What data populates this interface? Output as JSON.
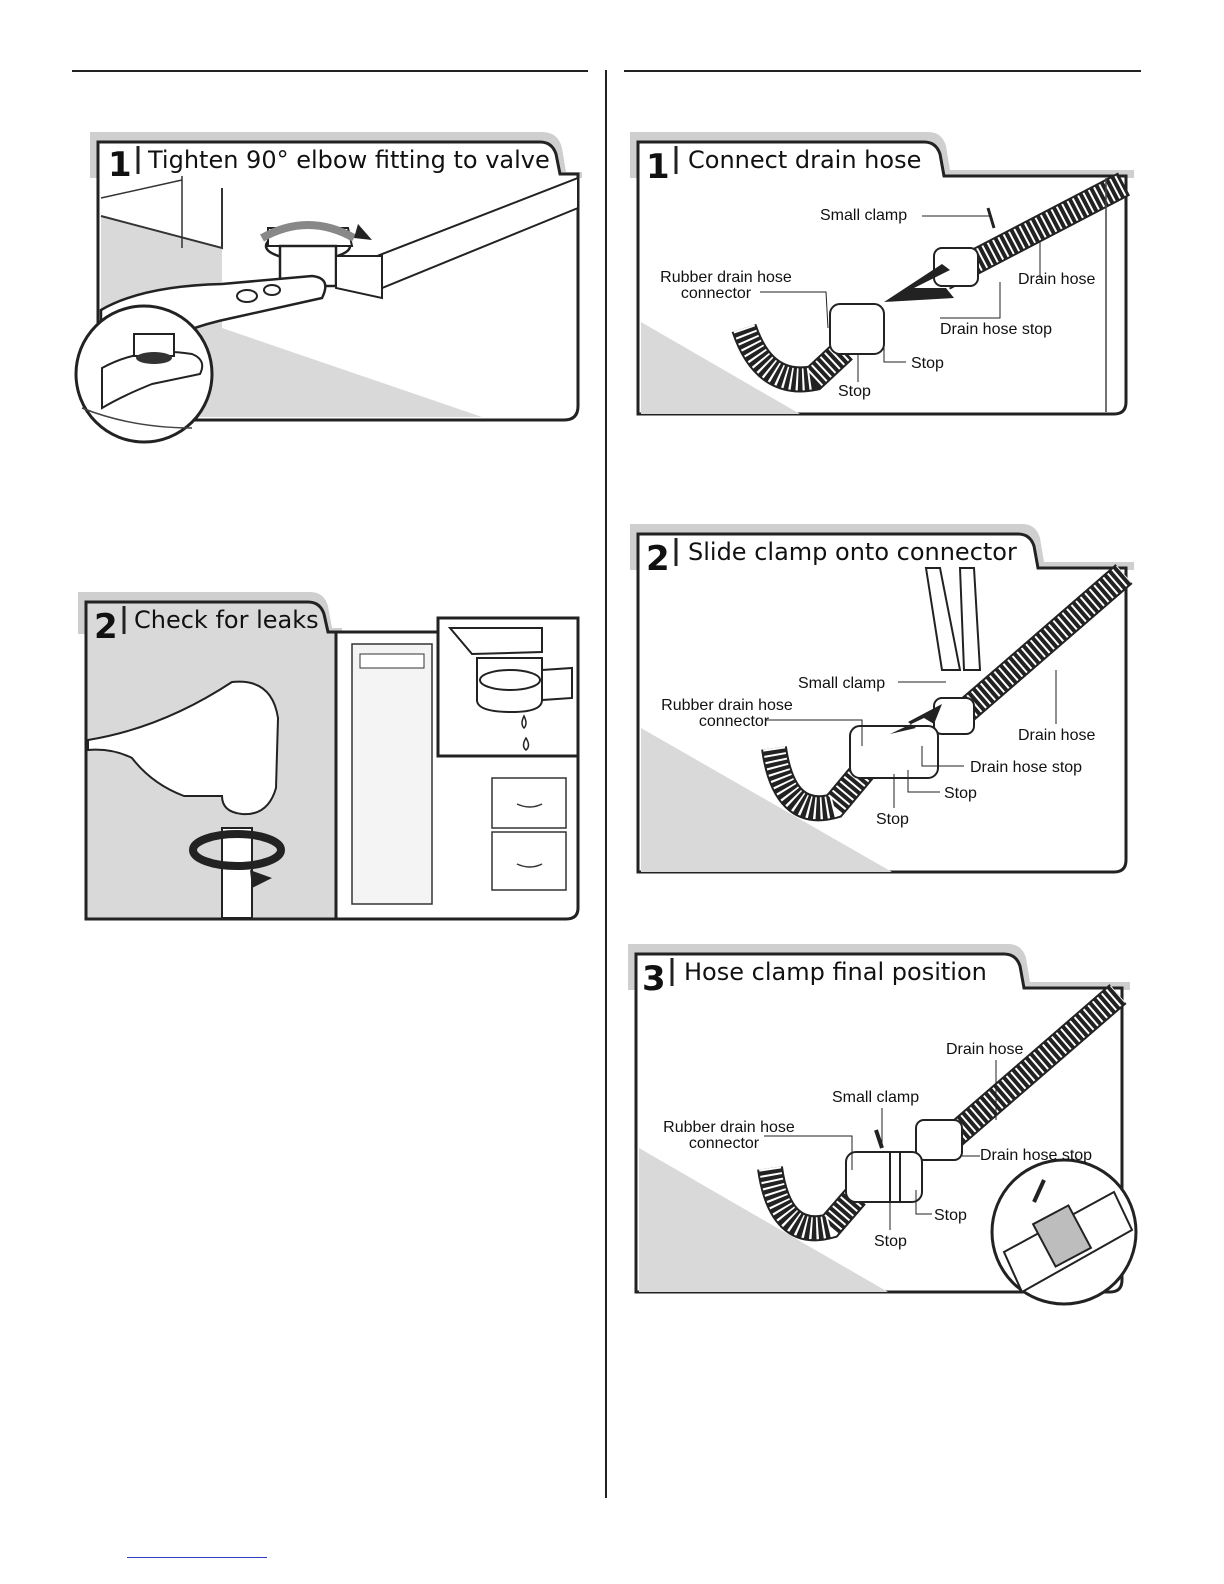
{
  "left": {
    "panel1": {
      "number": "1",
      "title": "Tighten 90° elbow fitting to valve"
    },
    "panel2": {
      "number": "2",
      "title": "Check for leaks"
    }
  },
  "right": {
    "panel1": {
      "number": "1",
      "title": "Connect drain hose",
      "labels": {
        "small_clamp": "Small clamp",
        "rubber_line1": "Rubber drain hose",
        "rubber_line2": "connector",
        "drain_hose": "Drain hose",
        "drain_hose_stop": "Drain hose stop",
        "stop_a": "Stop",
        "stop_b": "Stop"
      }
    },
    "panel2": {
      "number": "2",
      "title": "Slide clamp onto connector",
      "labels": {
        "small_clamp": "Small clamp",
        "rubber_line1": "Rubber drain hose",
        "rubber_line2": "connector",
        "drain_hose": "Drain hose",
        "drain_hose_stop": "Drain hose stop",
        "stop_a": "Stop",
        "stop_b": "Stop"
      }
    },
    "panel3": {
      "number": "3",
      "title": "Hose clamp final position",
      "labels": {
        "drain_hose": "Drain hose",
        "small_clamp": "Small clamp",
        "rubber_line1": "Rubber drain hose",
        "rubber_line2": "connector",
        "drain_hose_stop": "Drain hose stop",
        "stop_a": "Stop",
        "stop_b": "Stop"
      }
    }
  },
  "colors": {
    "frame": "#222222",
    "floor": "#d9d9d9",
    "tab_shadow": "#cfcfcf",
    "link": "#2b3fbf"
  }
}
